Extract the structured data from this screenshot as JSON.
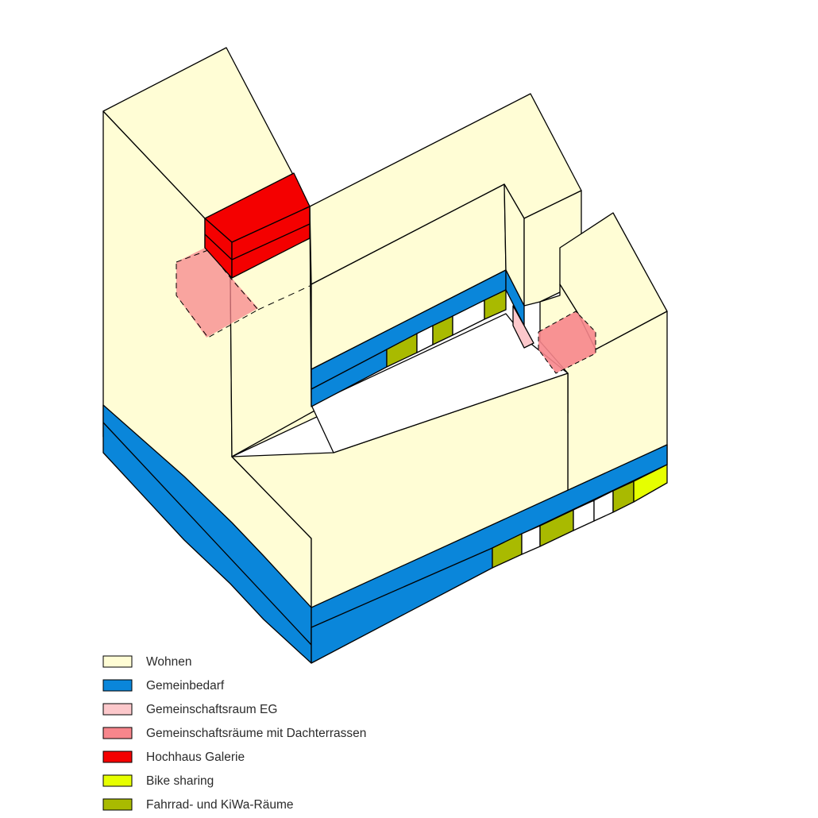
{
  "colors": {
    "wohnen": "#FFFDD5",
    "gemeinbedarf": "#0A86DA",
    "gemeinschaftsraum_eg": "#FCC8CB",
    "gemeinschaftsraeume_dachterrassen": "#F7868C",
    "hochhaus_galerie": "#F40000",
    "bike_sharing": "#E6FF00",
    "fahrrad_kiwa": "#A9BA00",
    "courtyard": "#FFFFFF",
    "outline": "#000000"
  },
  "legend": {
    "items": [
      {
        "key": "wohnen",
        "label": "Wohnen"
      },
      {
        "key": "gemeinbedarf",
        "label": "Gemeinbedarf"
      },
      {
        "key": "gemeinschaftsraum_eg",
        "label": "Gemeinschaftsraum EG"
      },
      {
        "key": "gemeinschaftsraeume_dachterrassen",
        "label": "Gemeinschaftsräume mit Dachterrassen"
      },
      {
        "key": "hochhaus_galerie",
        "label": "Hochhaus Galerie"
      },
      {
        "key": "bike_sharing",
        "label": "Bike sharing"
      },
      {
        "key": "fahrrad_kiwa",
        "label": "Fahrrad- und KiWa-Räume"
      }
    ]
  }
}
